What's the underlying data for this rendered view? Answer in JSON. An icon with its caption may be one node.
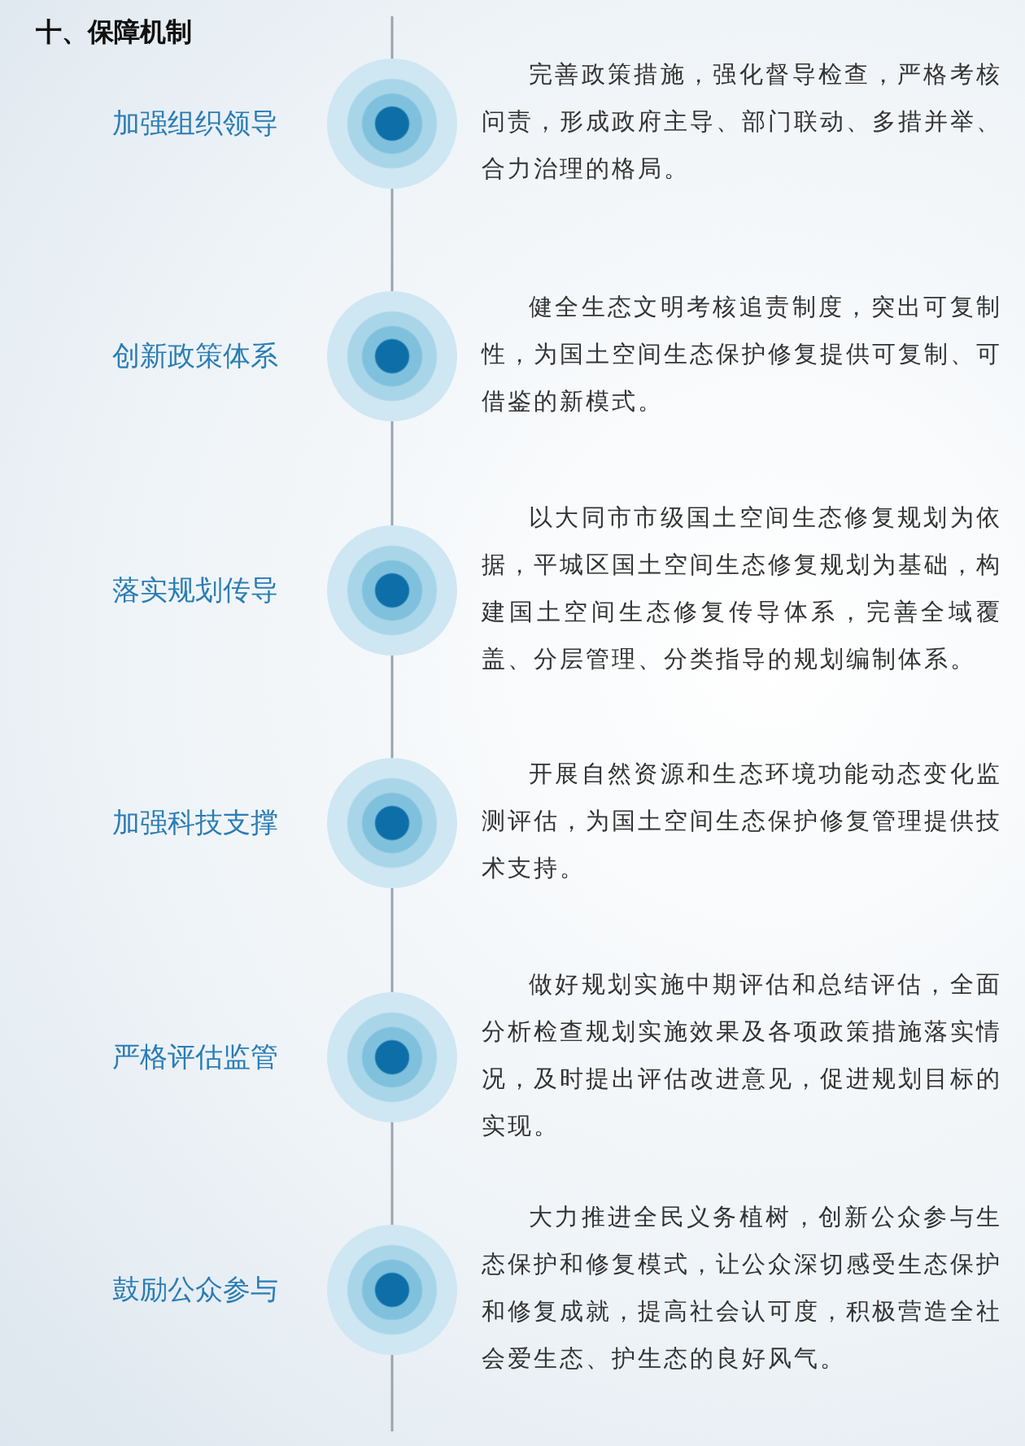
{
  "diagram": {
    "title": "十、保障机制",
    "nodes": [
      {
        "text": [],
        "shape": "circle",
        "beside": [
          "加强组织领导",
          "完善政策措施，强化督导检查，严格考核问责，形成政府主导、部门联动、多措并举、合力治理的格局。"
        ]
      },
      {
        "text": [],
        "shape": "circle",
        "beside": [
          "创新政策体系",
          "健全生态文明考核追责制度，突出可复制性，为国土空间生态保护修复提供可复制、可借鉴的新模式。"
        ]
      },
      {
        "text": [],
        "shape": "circle",
        "beside": [
          "落实规划传导",
          "以大同市市级国土空间生态修复规划为依据，平城区国土空间生态修复规划为基础，构建国土空间生态修复传导体系，完善全域覆盖、分层管理、分类指导的规划编制体系。"
        ]
      },
      {
        "text": [],
        "shape": "circle",
        "beside": [
          "加强科技支撑",
          "开展自然资源和生态环境功能动态变化监测评估，为国土空间生态保护修复管理提供技术支持。"
        ]
      },
      {
        "text": [],
        "shape": "circle",
        "beside": [
          "严格评估监管",
          "做好规划实施中期评估和总结评估，全面分析检查规划实施效果及各项政策措施落实情况，及时提出评估改进意见，促进规划目标的实现。"
        ]
      },
      {
        "text": [],
        "shape": "circle",
        "beside": [
          "鼓励公众参与",
          "大力推进全民义务植树，创新公众参与生态保护和修复模式，让公众深切感受生态保护和修复成就，提高社会认可度，积极营造全社会爱生态、护生态的良好风气。"
        ]
      }
    ],
    "edges": [
      {
        "from": 0,
        "to": 1,
        "arrow": "none"
      },
      {
        "from": 1,
        "to": 2,
        "arrow": "none"
      },
      {
        "from": 2,
        "to": 3,
        "arrow": "none"
      },
      {
        "from": 3,
        "to": 4,
        "arrow": "none"
      },
      {
        "from": 4,
        "to": 5,
        "arrow": "none"
      }
    ]
  }
}
